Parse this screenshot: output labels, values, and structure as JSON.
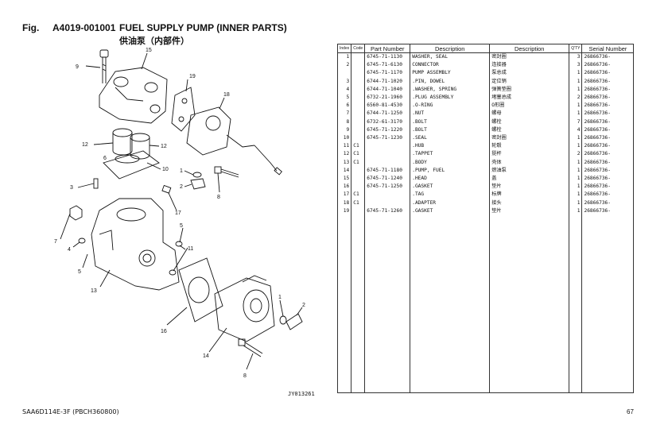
{
  "header": {
    "fig_label": "Fig.",
    "fig_code": "A4019-001001",
    "title": "FUEL SUPPLY PUMP (INNER PARTS)",
    "subtitle": "供油泵（内部件）"
  },
  "diagram": {
    "code": "JY013261",
    "callouts": [
      "1",
      "2",
      "3",
      "4",
      "5",
      "6",
      "7",
      "8",
      "9",
      "10",
      "11",
      "12",
      "13",
      "14",
      "15",
      "16",
      "17",
      "18",
      "19"
    ]
  },
  "table": {
    "headers": {
      "index": "Index",
      "code": "Code",
      "part_number": "Part Number",
      "description": "Description",
      "description2": "Description",
      "qty": "Q'TY",
      "serial": "Serial Number"
    },
    "rows": [
      {
        "idx": "1",
        "code": "",
        "part": "6745-71-1130",
        "desc": "WASHER, SEAL",
        "desc2": "密封圈",
        "qty": "3",
        "serial": "26866736-"
      },
      {
        "idx": "2",
        "code": "",
        "part": "6745-71-6130",
        "desc": "CONNECTOR",
        "desc2": "连接器",
        "qty": "3",
        "serial": "26866736-"
      },
      {
        "idx": "",
        "code": "",
        "part": "6745-71-1170",
        "desc": "PUMP ASSEMBLY",
        "desc2": "泵总成",
        "qty": "1",
        "serial": "26866736-"
      },
      {
        "idx": "3",
        "code": "",
        "part": "6744-71-1020",
        "desc": ".PIN, DOWEL",
        "desc2": "定位销",
        "qty": "1",
        "serial": "26866736-"
      },
      {
        "idx": "4",
        "code": "",
        "part": "6744-71-1040",
        "desc": ".WASHER, SPRING",
        "desc2": "弹簧垫圈",
        "qty": "1",
        "serial": "26866736-"
      },
      {
        "idx": "5",
        "code": "",
        "part": "6732-21-1960",
        "desc": ".PLUG ASSEMBLY",
        "desc2": "堵塞总成",
        "qty": "2",
        "serial": "26866736-"
      },
      {
        "idx": "6",
        "code": "",
        "part": "6560-81-4530",
        "desc": ".O-RING",
        "desc2": "O形圈",
        "qty": "1",
        "serial": "26866736-"
      },
      {
        "idx": "7",
        "code": "",
        "part": "6744-71-1250",
        "desc": ".NUT",
        "desc2": "螺母",
        "qty": "1",
        "serial": "26866736-"
      },
      {
        "idx": "8",
        "code": "",
        "part": "6732-61-3170",
        "desc": ".BOLT",
        "desc2": "螺栓",
        "qty": "7",
        "serial": "26866736-"
      },
      {
        "idx": "9",
        "code": "",
        "part": "6745-71-1220",
        "desc": ".BOLT",
        "desc2": "螺栓",
        "qty": "4",
        "serial": "26866736-"
      },
      {
        "idx": "10",
        "code": "",
        "part": "6745-71-1230",
        "desc": ".SEAL",
        "desc2": "密封圈",
        "qty": "1",
        "serial": "26866736-"
      },
      {
        "idx": "11",
        "code": "C1",
        "part": "",
        "desc": ".HUB",
        "desc2": "轮毂",
        "qty": "1",
        "serial": "26866736-"
      },
      {
        "idx": "12",
        "code": "C1",
        "part": "",
        "desc": ".TAPPET",
        "desc2": "挺杆",
        "qty": "2",
        "serial": "26866736-"
      },
      {
        "idx": "13",
        "code": "C1",
        "part": "",
        "desc": ".BODY",
        "desc2": "壳体",
        "qty": "1",
        "serial": "26866736-"
      },
      {
        "idx": "14",
        "code": "",
        "part": "6745-71-1180",
        "desc": ".PUMP, FUEL",
        "desc2": "燃油泵",
        "qty": "1",
        "serial": "26866736-"
      },
      {
        "idx": "15",
        "code": "",
        "part": "6745-71-1240",
        "desc": ".HEAD",
        "desc2": "盖",
        "qty": "1",
        "serial": "26866736-"
      },
      {
        "idx": "16",
        "code": "",
        "part": "6745-71-1250",
        "desc": ".GASKET",
        "desc2": "垫片",
        "qty": "1",
        "serial": "26866736-"
      },
      {
        "idx": "17",
        "code": "C1",
        "part": "",
        "desc": ".TAG",
        "desc2": "标牌",
        "qty": "1",
        "serial": "26866736-"
      },
      {
        "idx": "18",
        "code": "C1",
        "part": "",
        "desc": ".ADAPTER",
        "desc2": "接头",
        "qty": "1",
        "serial": "26866736-"
      },
      {
        "idx": "19",
        "code": "",
        "part": "6745-71-1260",
        "desc": ".GASKET",
        "desc2": "垫片",
        "qty": "1",
        "serial": "26866736-"
      }
    ]
  },
  "footer": {
    "left": "SAA6D114E-3F (PBCH360800)",
    "page": "67"
  }
}
